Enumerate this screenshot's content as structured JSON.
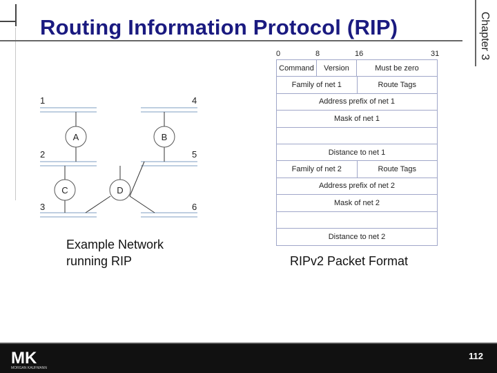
{
  "header": {
    "title": "Routing Information Protocol (RIP)",
    "chapter": "Chapter 3"
  },
  "network_diagram": {
    "caption_line1": "Example Network",
    "caption_line2": "running RIP",
    "network_labels": [
      "1",
      "2",
      "3",
      "4",
      "5",
      "6"
    ],
    "router_labels": [
      "A",
      "B",
      "C",
      "D"
    ]
  },
  "packet_format": {
    "bit_positions": [
      "0",
      "8",
      "16",
      "31"
    ],
    "rows": [
      [
        "Command",
        "Version",
        "Must be zero"
      ],
      [
        "Family of net 1",
        "Route Tags"
      ],
      [
        "Address prefix of net 1"
      ],
      [
        "Mask of net 1"
      ],
      [
        ""
      ],
      [
        "Distance to net 1"
      ],
      [
        "Family of net 2",
        "Route Tags"
      ],
      [
        "Address prefix of net 2"
      ],
      [
        "Mask of net 2"
      ],
      [
        ""
      ],
      [
        "Distance to net 2"
      ]
    ],
    "caption": "RIPv2 Packet Format"
  },
  "footer": {
    "logo_text": "MK",
    "logo_subtext": "MORGAN KAUFMANN",
    "page_number": "112"
  },
  "colors": {
    "title": "#1a1a80",
    "network_line": "#a9bdd6",
    "table_border": "#9fa6c8",
    "footer_bg": "#111111"
  }
}
